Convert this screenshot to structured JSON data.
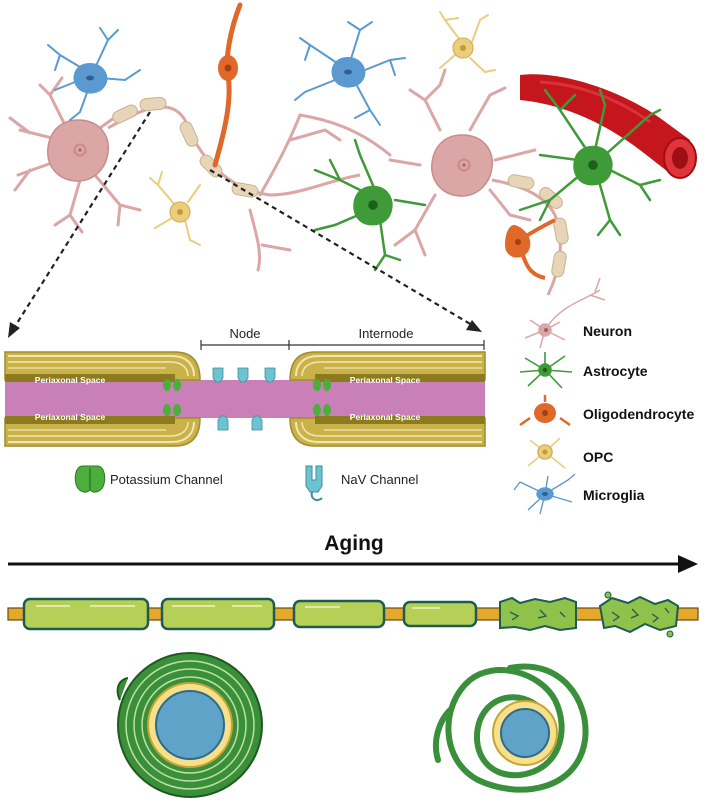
{
  "node_label": "Node",
  "internode_label": "Internode",
  "periaxonal_label": "Periaxonal Space",
  "channels": {
    "potassium": "Potassium Channel",
    "nav": "NaV Channel"
  },
  "legend": [
    {
      "label": "Neuron",
      "icon": "neuron-icon",
      "color": "#d9a3a3"
    },
    {
      "label": "Astrocyte",
      "icon": "astrocyte-icon",
      "color": "#3e9a3a"
    },
    {
      "label": "Oligodendrocyte",
      "icon": "oligodendrocyte-icon",
      "color": "#e0692a"
    },
    {
      "label": "OPC",
      "icon": "opc-icon",
      "color": "#e8cf85"
    },
    {
      "label": "Microglia",
      "icon": "microglia-icon",
      "color": "#5d9bcf"
    }
  ],
  "aging_label": "Aging",
  "colors": {
    "neuron": "#dba6a6",
    "myelin": "#e6d5b8",
    "astrocyte": "#3f9a38",
    "oligodendrocyte": "#e0692a",
    "opc": "#eacd7d",
    "microglia": "#5a9ad0",
    "vessel": "#c4161c",
    "axon": "#c97fb8",
    "sheath": "#c9b24a",
    "nav": "#6dc3cf",
    "kchannel": "#4caf3c"
  }
}
